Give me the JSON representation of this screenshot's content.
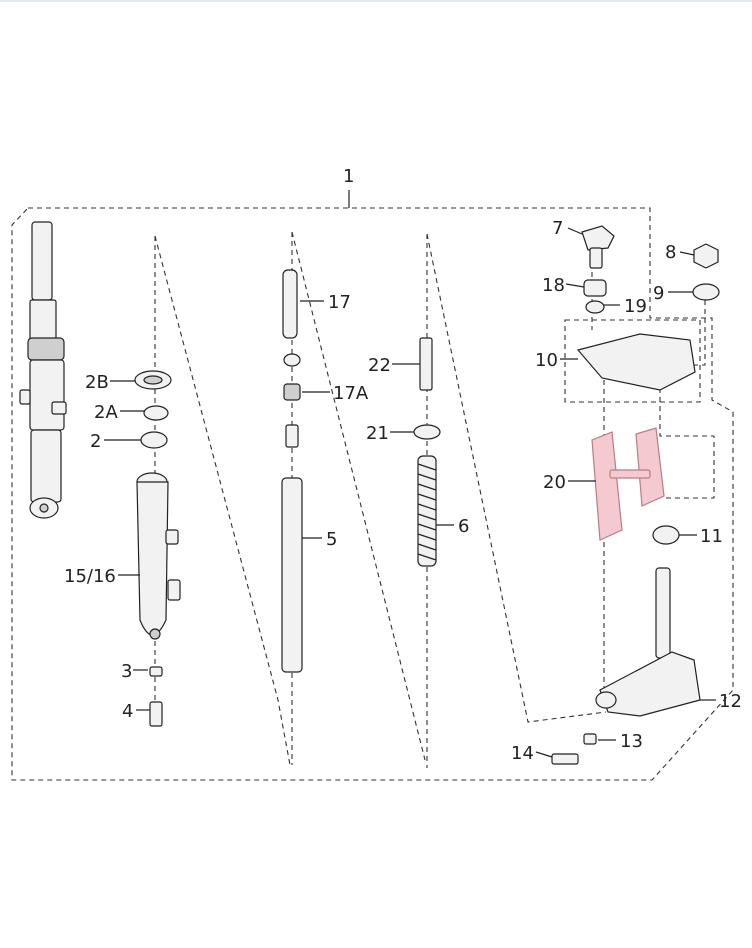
{
  "labels": {
    "l1": "1",
    "l2": "2",
    "l2a": "2A",
    "l2b": "2B",
    "l3": "3",
    "l4": "4",
    "l5": "5",
    "l6": "6",
    "l7": "7",
    "l8": "8",
    "l9": "9",
    "l10": "10",
    "l11": "11",
    "l12": "12",
    "l13": "13",
    "l14": "14",
    "l1516": "15/16",
    "l17": "17",
    "l17a": "17A",
    "l18": "18",
    "l19": "19",
    "l20": "20",
    "l21": "21",
    "l22": "22"
  },
  "colors": {
    "highlight_part": "#f4c9cf",
    "line": "#222222"
  }
}
